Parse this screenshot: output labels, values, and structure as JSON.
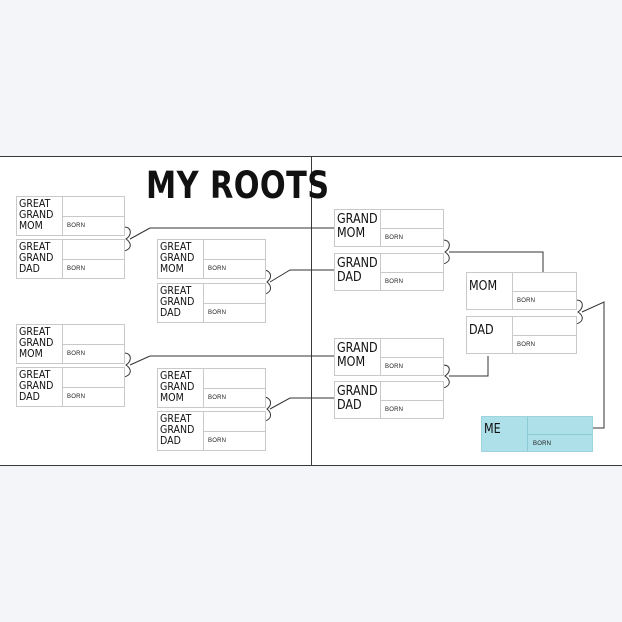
{
  "title": "MY ROOTS",
  "colors": {
    "me_card": "#aee0e9",
    "line": "#333333",
    "box_border": "#c9c9c9"
  },
  "born_label": "BORN",
  "cards": {
    "ggm1": "GREAT\nGRAND\nMOM",
    "ggd1": "GREAT\nGRAND\nDAD",
    "ggm2": "GREAT\nGRAND\nMOM",
    "ggd2": "GREAT\nGRAND\nDAD",
    "ggm3": "GREAT\nGRAND\nMOM",
    "ggd3": "GREAT\nGRAND\nDAD",
    "ggm4": "GREAT\nGRAND\nMOM",
    "ggd4": "GREAT\nGRAND\nDAD",
    "gm1": "GRAND\nMOM",
    "gd1": "GRAND\nDAD",
    "gm2": "GRAND\nMOM",
    "gd2": "GRAND\nDAD",
    "mom": "MOM",
    "dad": "DAD",
    "me": "ME"
  }
}
